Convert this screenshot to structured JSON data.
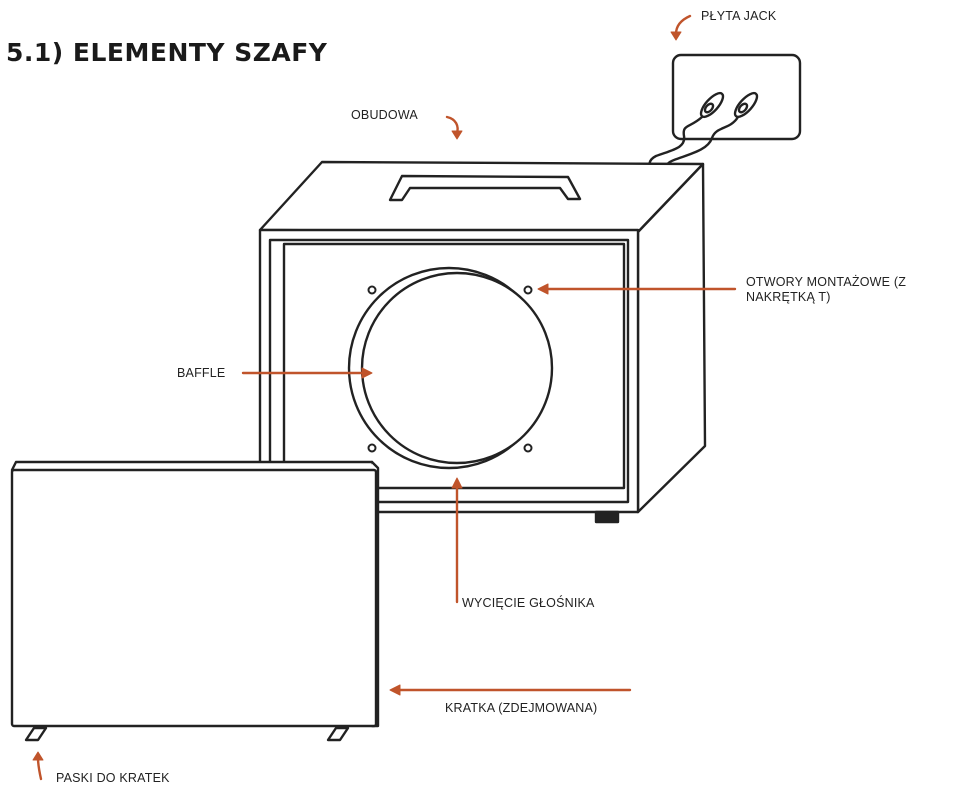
{
  "title": "5.1) ELEMENTY SZAFY",
  "colors": {
    "line": "#222222",
    "accent": "#c0542b",
    "background": "#ffffff"
  },
  "labels": {
    "jack_plate": "PŁYTA JACK",
    "enclosure": "OBUDOWA",
    "mounting_holes": "OTWORY MONTAŻOWE (Z NAKRĘTKĄ T)",
    "baffle": "BAFFLE",
    "speaker_cutout": "WYCIĘCIE GŁOŚNIKA",
    "grille": "KRATKA (ZDEJMOWANA)",
    "grille_straps": "PASKI DO KRATEK"
  }
}
